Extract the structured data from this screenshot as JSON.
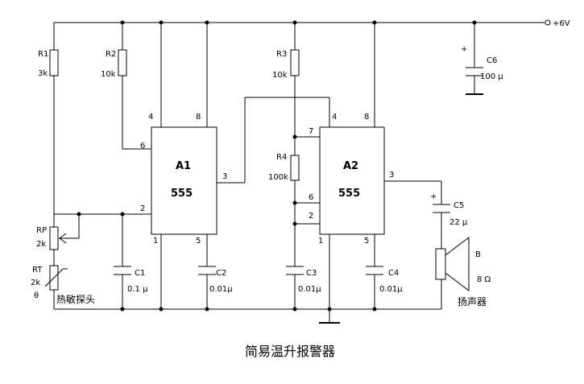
{
  "power": {
    "label": "+6V"
  },
  "components": {
    "R1": {
      "name": "R1",
      "value": "3k"
    },
    "R2": {
      "name": "R2",
      "value": "10k"
    },
    "R3": {
      "name": "R3",
      "value": "10k"
    },
    "R4": {
      "name": "R4",
      "value": "100k"
    },
    "RP": {
      "name": "RP",
      "value": "2k"
    },
    "RT": {
      "name": "RT",
      "value": "2k",
      "symbol": "θ",
      "caption": "热敏探头"
    },
    "C1": {
      "name": "C1",
      "value": "0.1 μ"
    },
    "C2": {
      "name": "C2",
      "value": "0.01μ"
    },
    "C3": {
      "name": "C3",
      "value": "0.01μ"
    },
    "C4": {
      "name": "C4",
      "value": "0.01μ"
    },
    "C5": {
      "name": "C5",
      "value": "22 μ",
      "polarity": "+"
    },
    "C6": {
      "name": "C6",
      "value": "100 μ",
      "polarity": "+"
    },
    "B": {
      "name": "B",
      "value": "8 Ω",
      "caption": "扬声器"
    }
  },
  "chips": {
    "A1": {
      "name": "A1",
      "type": "555",
      "pins": {
        "p4": "4",
        "p8": "8",
        "p6": "6",
        "p2": "2",
        "p3": "3",
        "p1": "1",
        "p5": "5"
      }
    },
    "A2": {
      "name": "A2",
      "type": "555",
      "pins": {
        "p7": "7",
        "p4": "4",
        "p8": "8",
        "p6": "6",
        "p2": "2",
        "p3": "3",
        "p1": "1",
        "p5": "5"
      }
    }
  },
  "title": "简易温升报警器"
}
